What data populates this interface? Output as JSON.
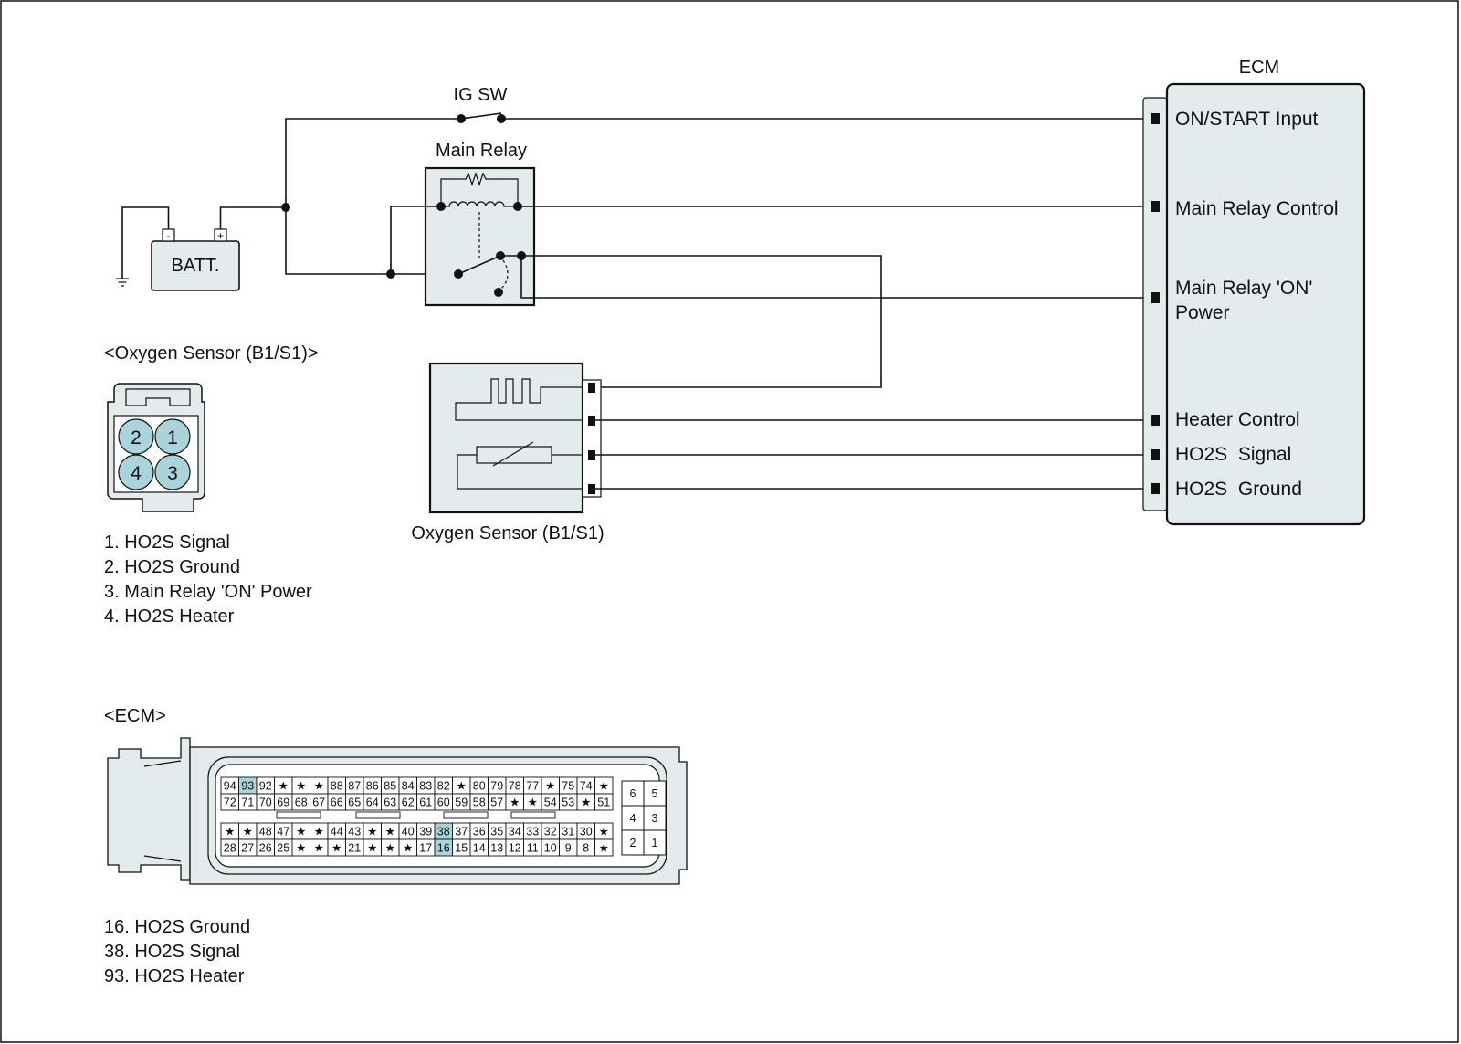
{
  "colors": {
    "component_fill": "#e3ebec",
    "highlight": "#a9d4dc",
    "line": "#111111",
    "background": "#ffffff"
  },
  "labels": {
    "ig_sw": "IG SW",
    "main_relay": "Main Relay",
    "batt": "BATT.",
    "batt_neg": "-",
    "batt_pos": "+",
    "ecm_title": "ECM",
    "oxygen_sensor_caption": "Oxygen Sensor (B1/S1)"
  },
  "ecm_terminals": [
    {
      "id": "on_start_input",
      "lines": [
        "ON/START Input"
      ]
    },
    {
      "id": "main_relay_control",
      "lines": [
        "Main Relay Control"
      ]
    },
    {
      "id": "main_relay_on_power",
      "lines": [
        "Main Relay 'ON'",
        "Power"
      ]
    },
    {
      "id": "heater_control",
      "lines": [
        "Heater Control"
      ]
    },
    {
      "id": "ho2s_signal",
      "lines": [
        "HO2S  Signal"
      ]
    },
    {
      "id": "ho2s_ground",
      "lines": [
        "HO2S  Ground"
      ]
    }
  ],
  "o2_connector": {
    "title": "<Oxygen Sensor (B1/S1)>",
    "pins": [
      "2",
      "1",
      "4",
      "3"
    ],
    "legend": [
      "1. HO2S Signal",
      "2. HO2S Ground",
      "3. Main Relay 'ON' Power",
      "4. HO2S Heater"
    ]
  },
  "ecm_connector": {
    "title": "<ECM>",
    "rows": [
      [
        "94",
        "93",
        "92",
        "★",
        "★",
        "★",
        "88",
        "87",
        "86",
        "85",
        "84",
        "83",
        "82",
        "★",
        "80",
        "79",
        "78",
        "77",
        "★",
        "75",
        "74",
        "★"
      ],
      [
        "72",
        "71",
        "70",
        "69",
        "68",
        "67",
        "66",
        "65",
        "64",
        "63",
        "62",
        "61",
        "60",
        "59",
        "58",
        "57",
        "★",
        "★",
        "54",
        "53",
        "★",
        "51"
      ],
      [
        "★",
        "★",
        "48",
        "47",
        "★",
        "★",
        "44",
        "43",
        "★",
        "★",
        "40",
        "39",
        "38",
        "37",
        "36",
        "35",
        "34",
        "33",
        "32",
        "31",
        "30",
        "★"
      ],
      [
        "28",
        "27",
        "26",
        "25",
        "★",
        "★",
        "★",
        "21",
        "★",
        "★",
        "★",
        "17",
        "16",
        "15",
        "14",
        "13",
        "12",
        "11",
        "10",
        "9",
        "8",
        "★"
      ]
    ],
    "highlighted": [
      "93",
      "38",
      "16"
    ],
    "small_block": [
      [
        "6",
        "5"
      ],
      [
        "4",
        "3"
      ],
      [
        "2",
        "1"
      ]
    ],
    "legend": [
      "16. HO2S Ground",
      "38. HO2S Signal",
      "93. HO2S Heater"
    ]
  }
}
